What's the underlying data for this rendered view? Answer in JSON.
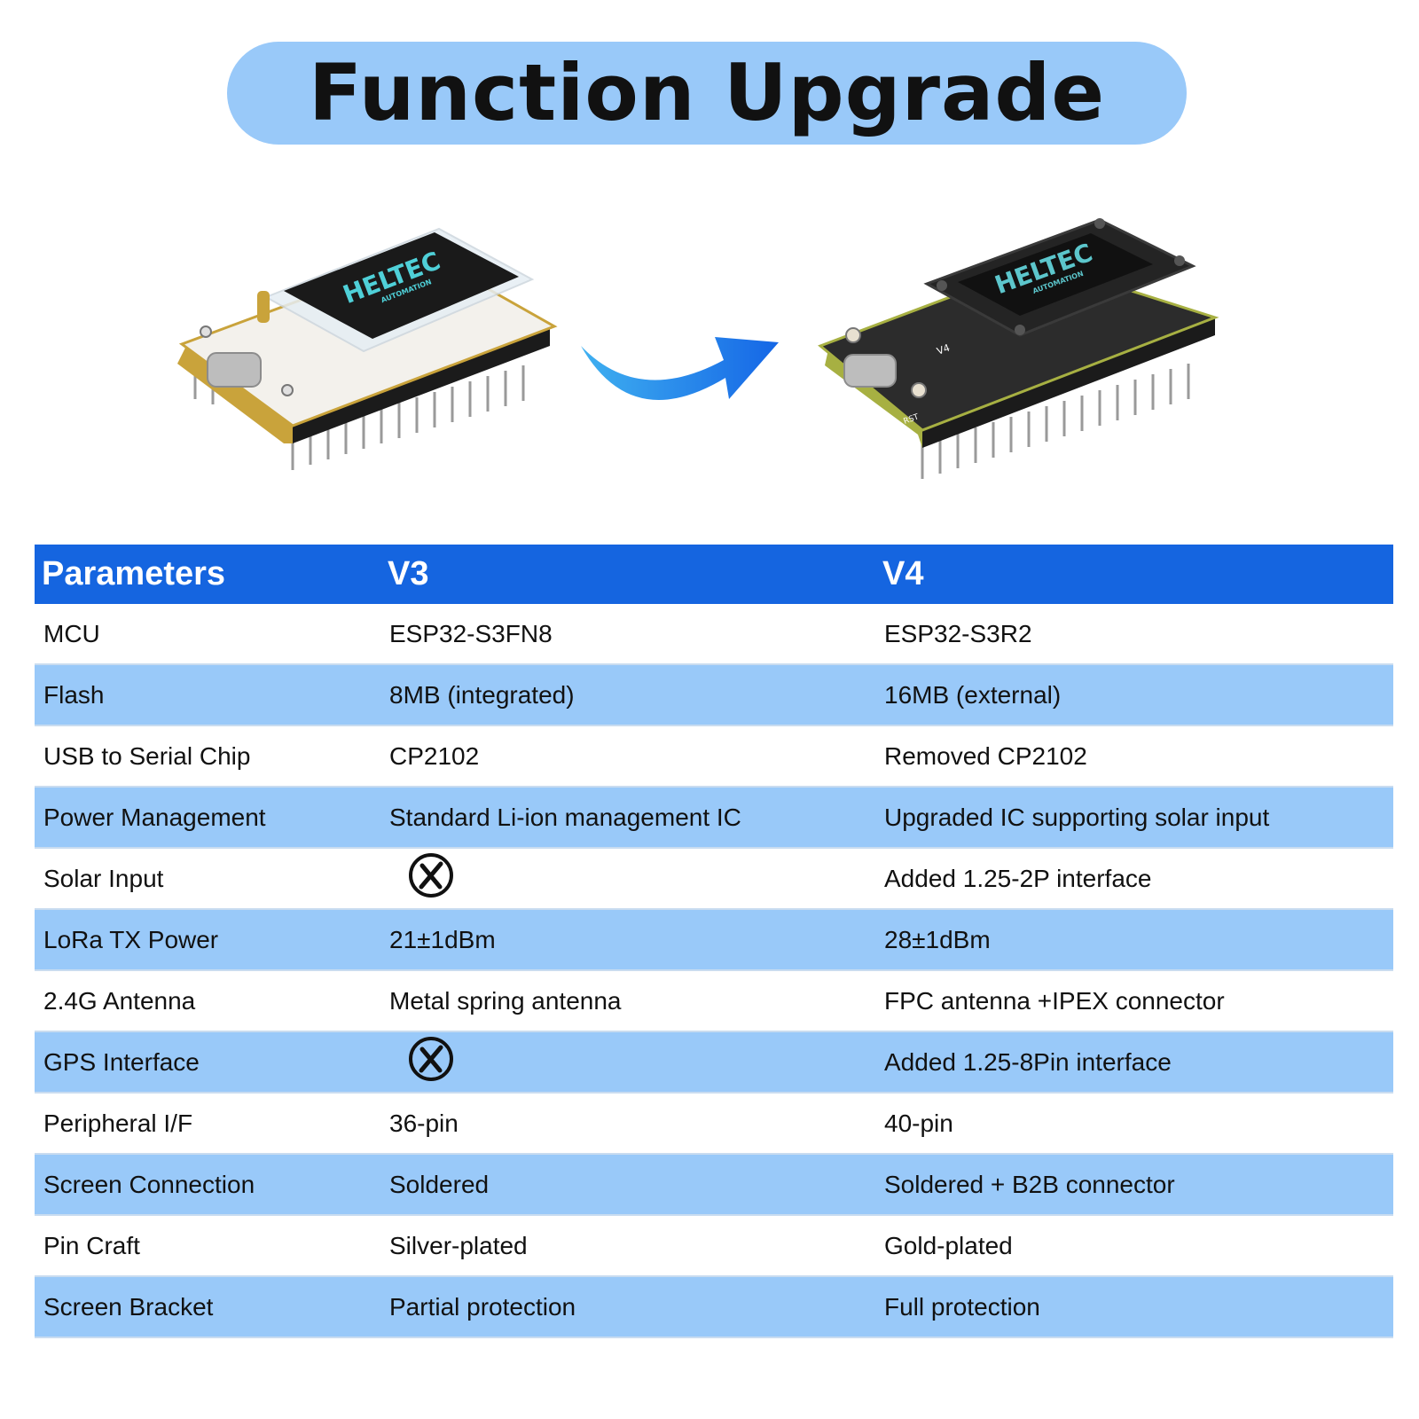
{
  "title": "Function Upgrade",
  "colors": {
    "header_bg": "#1565e0",
    "shaded_row": "#99c9f9",
    "title_pill": "#99c9f9",
    "arrow": "#1e8ee8"
  },
  "hero": {
    "v3_board": {
      "screen_brand": "HELTEC",
      "screen_sub": "AUTOMATION"
    },
    "v4_board": {
      "screen_brand": "HELTEC",
      "screen_sub": "AUTOMATION",
      "version_mark": "V4",
      "button_mark": "RST"
    },
    "arrow_icon": "curved-arrow-right-icon"
  },
  "table": {
    "headers": [
      "Parameters",
      "V3",
      "V4"
    ],
    "rows": [
      {
        "param": "MCU",
        "v3": "ESP32-S3FN8",
        "v4": "ESP32-S3R2"
      },
      {
        "param": "Flash",
        "v3": "8MB (integrated)",
        "v4": "16MB (external)"
      },
      {
        "param": "USB to Serial Chip",
        "v3": "CP2102",
        "v4": "Removed CP2102"
      },
      {
        "param": "Power Management",
        "v3": "Standard Li-ion management IC",
        "v4": "Upgraded IC supporting solar input"
      },
      {
        "param": "Solar Input",
        "v3": "",
        "v3_icon": "not-supported-x-icon",
        "v4": "Added 1.25-2P interface"
      },
      {
        "param": "LoRa TX Power",
        "v3": "21±1dBm",
        "v4": "28±1dBm"
      },
      {
        "param": "2.4G Antenna",
        "v3": "Metal spring antenna",
        "v4": "FPC antenna +IPEX connector"
      },
      {
        "param": "GPS Interface",
        "v3": "",
        "v3_icon": "not-supported-x-icon",
        "v4": "Added 1.25-8Pin interface"
      },
      {
        "param": "Peripheral I/F",
        "v3": "36-pin",
        "v4": "40-pin"
      },
      {
        "param": "Screen Connection",
        "v3": "Soldered",
        "v4": "Soldered + B2B connector"
      },
      {
        "param": "Pin Craft",
        "v3": "Silver-plated",
        "v4": "Gold-plated"
      },
      {
        "param": "Screen Bracket",
        "v3": "Partial protection",
        "v4": "Full protection"
      }
    ]
  }
}
